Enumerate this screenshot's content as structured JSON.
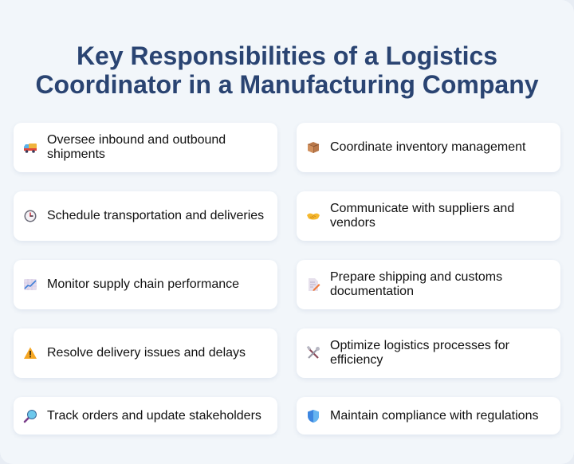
{
  "title": "Key Responsibilities of a Logistics Coordinator in a Manufacturing Company",
  "responsibilities": [
    {
      "icon": "delivery-truck-icon",
      "text": "Oversee inbound and outbound shipments"
    },
    {
      "icon": "package-box-icon",
      "text": "Coordinate inventory management"
    },
    {
      "icon": "clock-icon",
      "text": "Schedule transportation and deliveries"
    },
    {
      "icon": "handshake-icon",
      "text": "Communicate with suppliers and vendors"
    },
    {
      "icon": "chart-increasing-icon",
      "text": "Monitor supply chain performance"
    },
    {
      "icon": "memo-pencil-icon",
      "text": "Prepare shipping and customs documentation"
    },
    {
      "icon": "warning-icon",
      "text": "Resolve delivery issues and delays"
    },
    {
      "icon": "hammer-wrench-icon",
      "text": "Optimize logistics processes for efficiency"
    },
    {
      "icon": "magnifying-glass-icon",
      "text": "Track orders and update stakeholders"
    },
    {
      "icon": "shield-icon",
      "text": "Maintain compliance with regulations"
    }
  ]
}
